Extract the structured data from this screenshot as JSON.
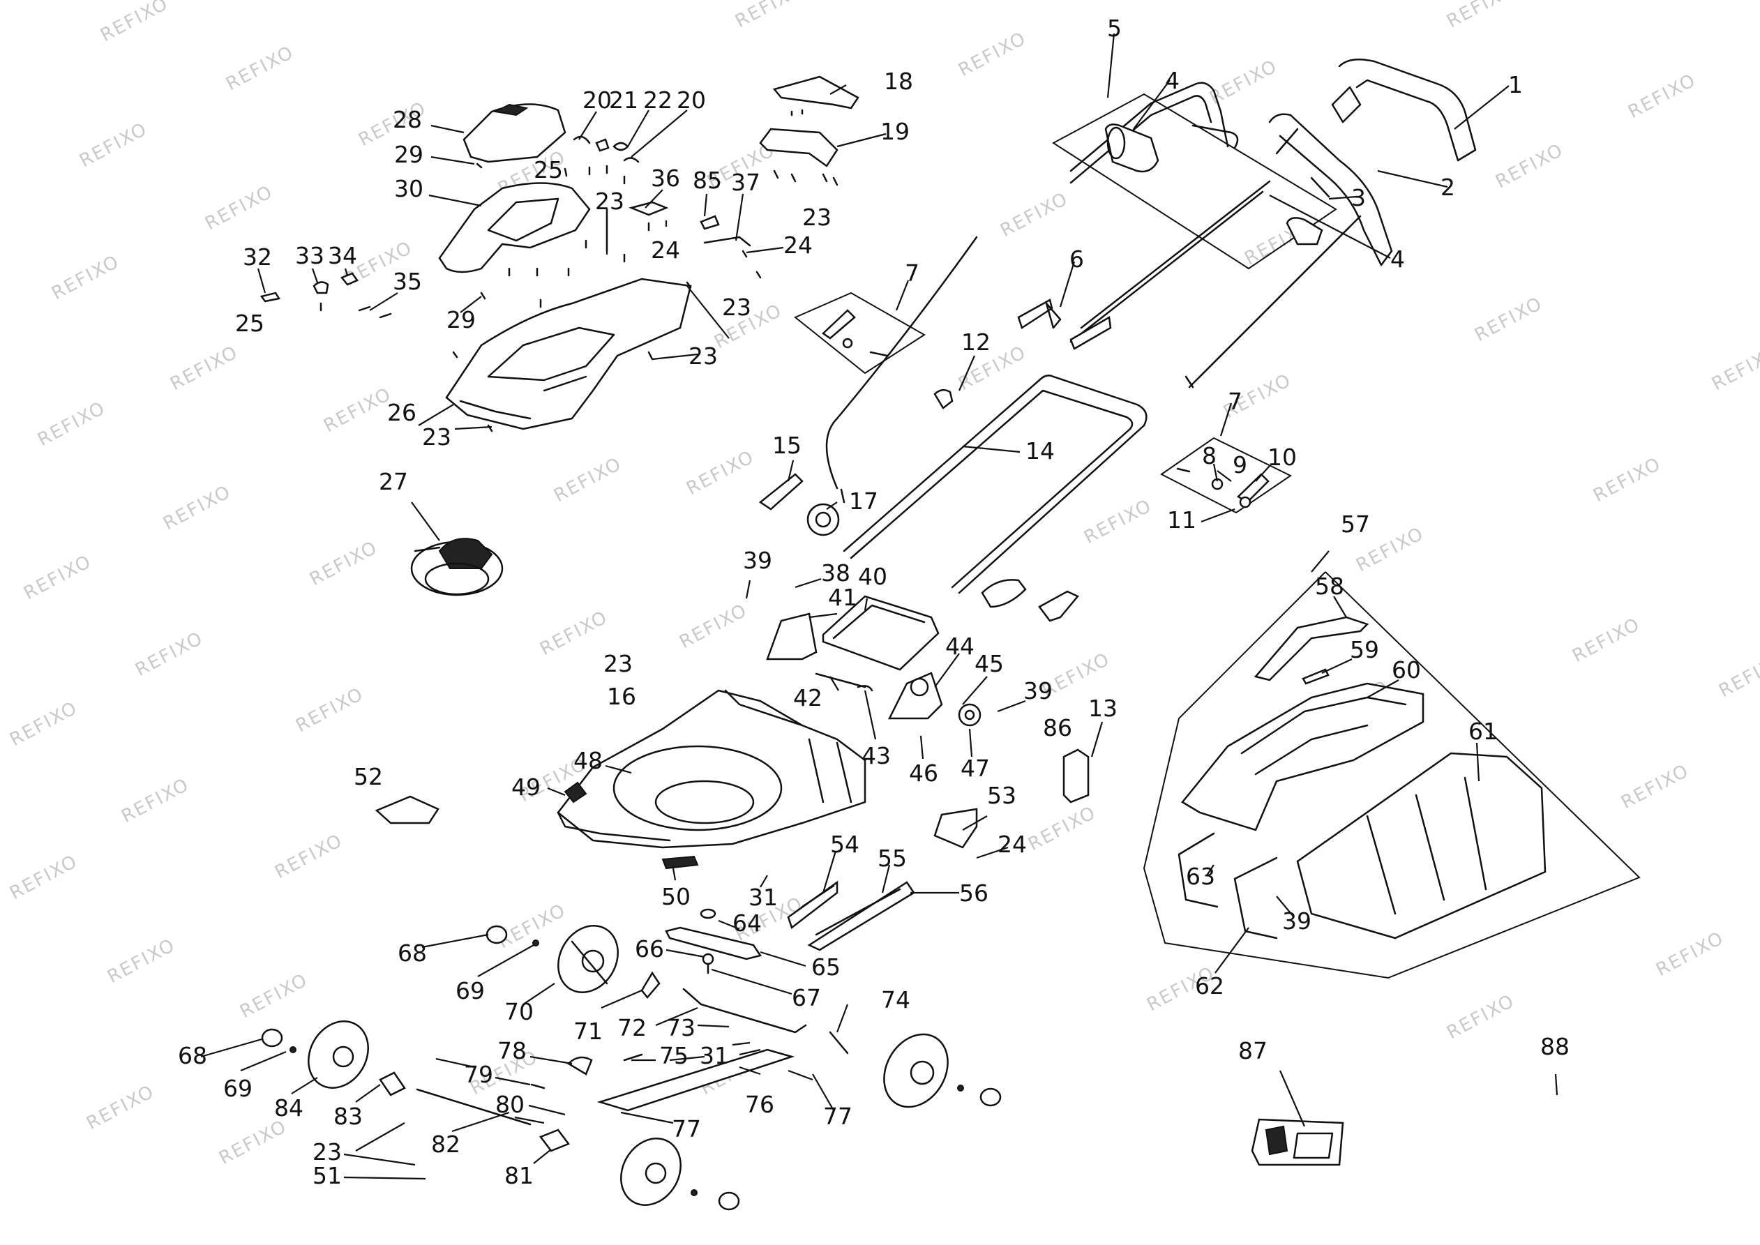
{
  "watermark": "REFIXO",
  "labels": {
    "p1": "1",
    "p2": "2",
    "p3": "3",
    "p4a": "4",
    "p4b": "4",
    "p5": "5",
    "p6": "6",
    "p7a": "7",
    "p7b": "7",
    "p8": "8",
    "p9": "9",
    "p10": "10",
    "p11": "11",
    "p12": "12",
    "p13": "13",
    "p14": "14",
    "p15": "15",
    "p16": "16",
    "p17": "17",
    "p18": "18",
    "p19": "19",
    "p20a": "20",
    "p21": "21",
    "p22": "22",
    "p20b": "20",
    "p23a": "23",
    "p23b": "23",
    "p23c": "23",
    "p23d": "23",
    "p23e": "23",
    "p23f": "23",
    "p23g": "23",
    "p24a": "24",
    "p24b": "24",
    "p24c": "24",
    "p25a": "25",
    "p25b": "25",
    "p26": "26",
    "p27": "27",
    "p28": "28",
    "p29a": "29",
    "p29b": "29",
    "p30": "30",
    "p31a": "31",
    "p31b": "31",
    "p32": "32",
    "p33": "33",
    "p34": "34",
    "p35": "35",
    "p36": "36",
    "p37": "37",
    "p38": "38",
    "p39a": "39",
    "p39b": "39",
    "p39c": "39",
    "p40": "40",
    "p41": "41",
    "p42": "42",
    "p43": "43",
    "p44": "44",
    "p45": "45",
    "p46": "46",
    "p47": "47",
    "p48": "48",
    "p49": "49",
    "p50": "50",
    "p51": "51",
    "p52": "52",
    "p53": "53",
    "p54": "54",
    "p55": "55",
    "p56": "56",
    "p57": "57",
    "p58": "58",
    "p59": "59",
    "p60": "60",
    "p61": "61",
    "p62": "62",
    "p63": "63",
    "p64": "64",
    "p65": "65",
    "p66": "66",
    "p67": "67",
    "p68a": "68",
    "p68b": "68",
    "p69a": "69",
    "p69b": "69",
    "p70": "70",
    "p71": "71",
    "p72": "72",
    "p73": "73",
    "p74": "74",
    "p75": "75",
    "p76": "76",
    "p77a": "77",
    "p77b": "77",
    "p78": "78",
    "p79": "79",
    "p80": "80",
    "p81": "81",
    "p82": "82",
    "p83": "83",
    "p84": "84",
    "p85": "85",
    "p86": "86",
    "p87": "87",
    "p88": "88"
  }
}
